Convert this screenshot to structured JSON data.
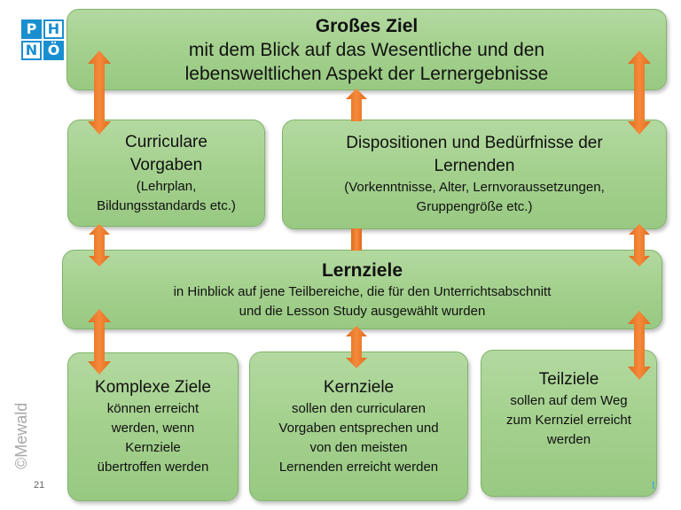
{
  "logo": {
    "cells": [
      "P",
      "H",
      "N",
      "Ö"
    ],
    "color": "#1a8fd0"
  },
  "top_box": {
    "title": "Großes Ziel",
    "line1": "mit dem Blick auf das Wesentliche und den",
    "line2": "lebensweltlichen Aspekt der Lernergebnisse"
  },
  "left_mid_box": {
    "line1": "Curriculare",
    "line2": "Vorgaben",
    "sub1": "(Lehrplan,",
    "sub2": "Bildungsstandards etc.)"
  },
  "right_mid_box": {
    "line1": "Dispositionen und Bedürfnisse der",
    "line2": "Lernenden",
    "sub1": "(Vorkenntnisse, Alter, Lernvoraussetzungen,",
    "sub2": "Gruppengröße etc.)"
  },
  "center_box": {
    "title": "Lernziele",
    "line1": "in Hinblick auf jene Teilbereiche, die für den Unterrichtsabschnitt",
    "line2": "und die Lesson Study ausgewählt wurden"
  },
  "bottom_left_box": {
    "title": "Komplexe Ziele",
    "lines": [
      "können erreicht",
      "werden, wenn",
      "Kernziele",
      "übertroffen werden"
    ]
  },
  "bottom_mid_box": {
    "title": "Kernziele",
    "lines": [
      "sollen den curricularen",
      "Vorgaben entsprechen und",
      "von den meisten",
      "Lernenden erreicht werden"
    ]
  },
  "bottom_right_box": {
    "title": "Teilziele",
    "lines": [
      "sollen auf dem Weg",
      "zum Kernziel erreicht",
      "werden"
    ]
  },
  "watermark": "©Mewald",
  "page_number": "21",
  "corner_text": "t",
  "colors": {
    "box_fill": "#a5d18f",
    "box_border": "#7fb56a",
    "arrow": "#f07f30"
  }
}
